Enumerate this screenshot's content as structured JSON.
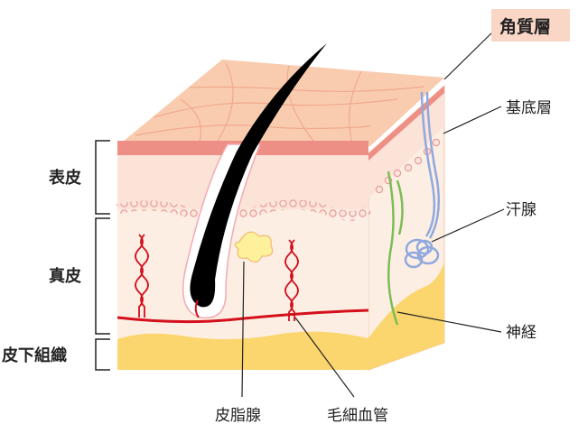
{
  "left_labels": {
    "epidermis": "表皮",
    "dermis": "真皮",
    "subcutaneous": "皮下組織"
  },
  "right_labels": {
    "stratum_corneum": "角質層",
    "basal_layer": "基底層",
    "sweat_gland": "汗腺",
    "nerve": "神経"
  },
  "bottom_labels": {
    "sebaceous_gland": "皮脂腺",
    "capillary": "毛細血管"
  },
  "colors": {
    "skin_top": "#f9ccb0",
    "corneum_band": "#ee8f86",
    "epidermis": "#fbe3d7",
    "dermis": "#fdeee4",
    "fat": "#fbd66e",
    "hair": "#000000",
    "vessel": "#d4101c",
    "sweat_duct": "#8fa9de",
    "nerve": "#7cbd54",
    "highlight_box": "#f9d6c5"
  }
}
